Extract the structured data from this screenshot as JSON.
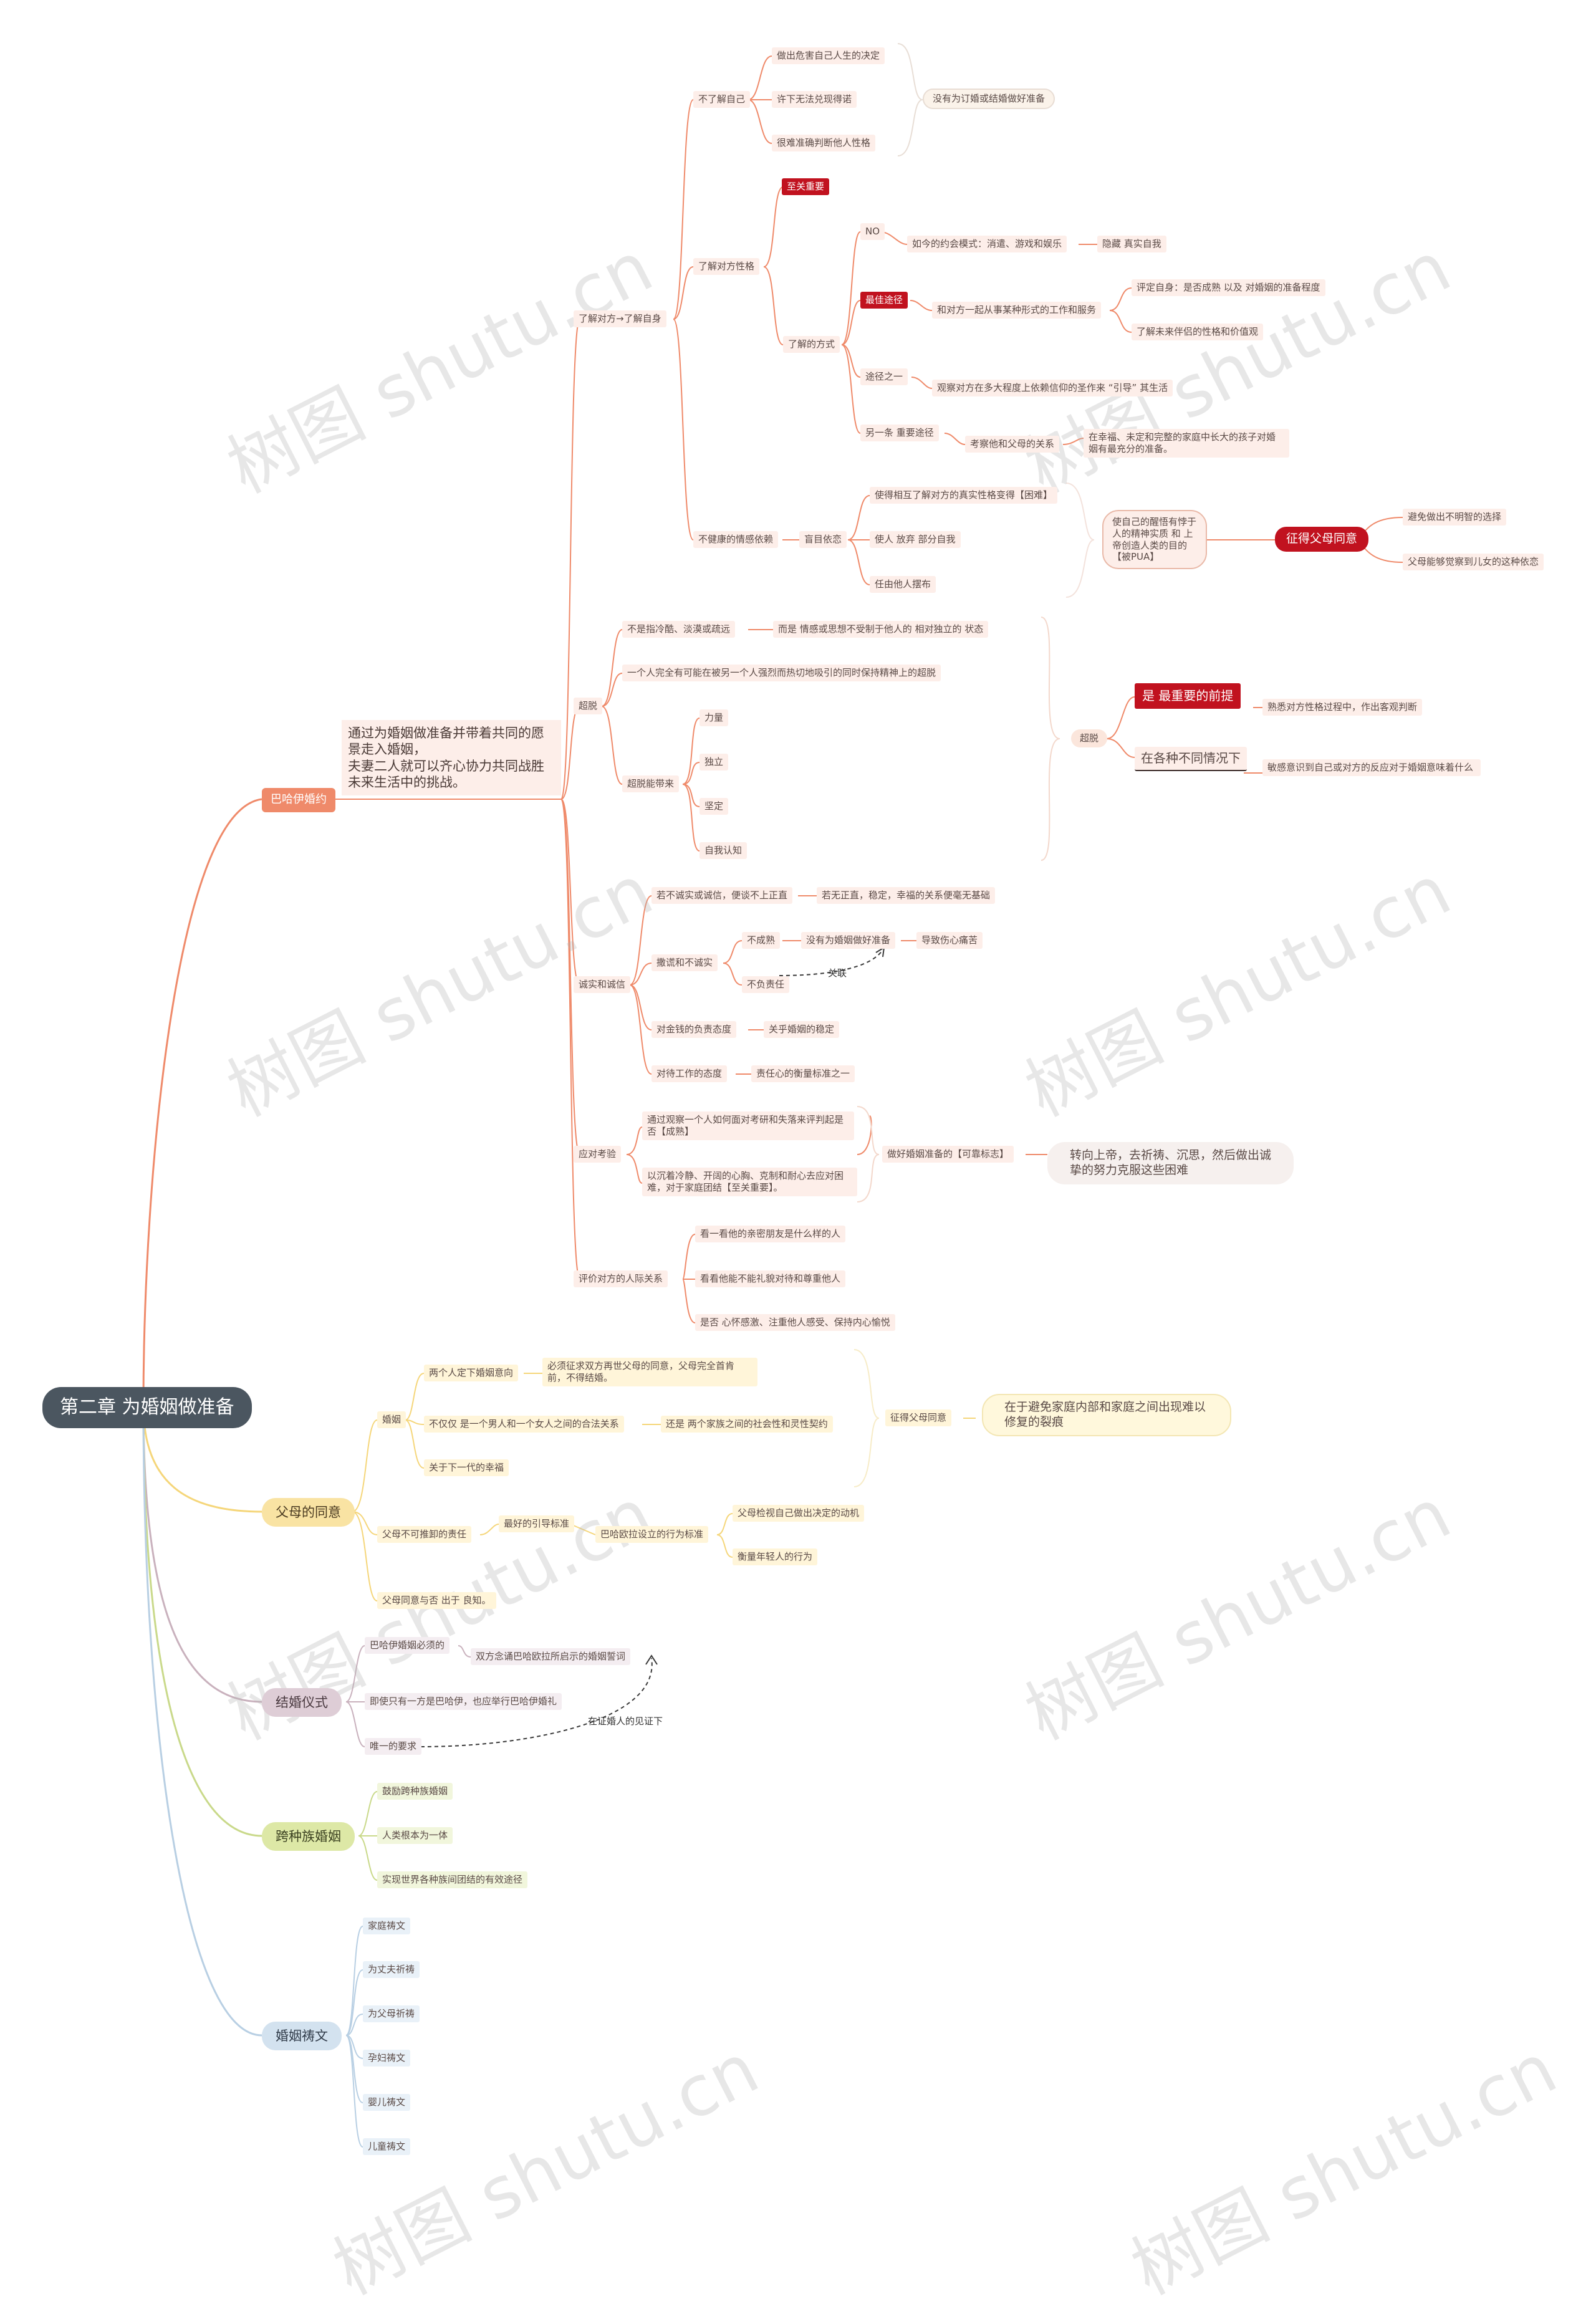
{
  "root": "第二章 为婚姻做准备",
  "b1": {
    "label": "巴哈伊婚约",
    "main": "通过为婚姻做准备并带着共同的愿景走入婚姻，\n夫妻二人就可以齐心协力共同战胜未来生活中的挑战。",
    "know": {
      "label": "了解对方→了解自身",
      "self": {
        "label": "不了解自己",
        "i1": "做出危害自己人生的决定",
        "i2": "许下无法兑现得诺",
        "i3": "很难准确判断他人性格",
        "sum": "没有为订婚或结婚做好准备"
      },
      "other": {
        "label": "了解对方性格",
        "key": "至关重要",
        "way": "了解的方式",
        "no": "NO",
        "no_item": "如今的约会模式：消遣、游戏和娱乐",
        "no_res": "隐藏 真实自我",
        "best": "最佳途径",
        "best_item": "和对方一起从事某种形式的工作和服务",
        "best_r1": "评定自身：是否成熟  以及 对婚姻的准备程度",
        "best_r2": "了解未来伴侣的性格和价值观",
        "w1": "途径之一",
        "w1_item": "观察对方在多大程度上依赖信仰的圣作来 “引导” 其生活",
        "w2": "另一条 重要途径",
        "w2_item": "考察他和父母的关系",
        "w2_res": "在幸福、未定和完整的家庭中长大的孩子对婚姻有最充分的准备。"
      },
      "unhealthy": {
        "label": "不健康的情感依赖",
        "blind": "盲目依恋",
        "i1": "使得相互了解对方的真实性格变得【困难】",
        "i2": "使人 放弃 部分自我",
        "i3": "任由他人摆布",
        "sum": "使自己的醒悟有悖于人的精神实质 和 上帝创造人类的目的 【被PUA】",
        "consent": "征得父母同意",
        "c1": "避免做出不明智的选择",
        "c2": "父母能够觉察到儿女的这种依恋"
      }
    },
    "detach": {
      "label": "超脱",
      "d1a": "不是指冷酷、淡漠或疏远",
      "d1b": "而是    情感或思想不受制于他人的    相对独立的  状态",
      "d2": "一个人完全有可能在被另一个人强烈而热切地吸引的同时保持精神上的超脱",
      "brings": "超脱能带来",
      "b1": "力量",
      "b2": "独立",
      "b3": "坚定",
      "b4": "自我认知",
      "sum": "超脱",
      "h1": "是  最重要的前提",
      "h1_item": "熟悉对方性格过程中，作出客观判断",
      "h2": "在各种不同情况下",
      "h2_item": "敏感意识到自己或对方的反应对于婚姻意味着什么"
    },
    "honest": {
      "label": "诚实和诚信",
      "h1": "若不诚实或诚信，便谈不上正直",
      "h1_res": "若无正直，稳定，幸福的关系便毫无基础",
      "lie": "撒谎和不诚实",
      "immature": "不成熟",
      "not_ready": "没有为婚姻做好准备",
      "pain": "导致伤心痛苦",
      "irresp": "不负责任",
      "rel": "关联",
      "money": "对金钱的负责态度",
      "money_res": "关乎婚姻的稳定",
      "work": "对待工作的态度",
      "work_res": "责任心的衡量标准之一"
    },
    "test": {
      "label": "应对考验",
      "t1": "通过观察一个人如何面对考研和失落来评判起是否【成熟】",
      "t2": "以沉着冷静、开阔的心胸、克制和耐心去应对困难，对于家庭团结【至关重要】。",
      "std": "做好婚姻准备的【可靠标志】",
      "sum": "转向上帝，去祈祷、沉思，然后做出诚挚的努力克服这些困难"
    },
    "social": {
      "label": "评价对方的人际关系",
      "s1": "看一看他的亲密朋友是什么样的人",
      "s2": "看看他能不能礼貌对待和尊重他人",
      "s3": "是否  心怀感激、注重他人感受、保持内心愉悦"
    }
  },
  "b2": {
    "label": "父母的同意",
    "marriage": "婚姻",
    "m1": "两个人定下婚姻意向",
    "m1_res": "必须征求双方再世父母的同意，父母完全首肯前，不得结婚。",
    "m2": "不仅仅 是一个男人和一个女人之间的合法关系",
    "m2_res": "还是  两个家族之间的社会性和灵性契约",
    "m3": "关于下一代的幸福",
    "duty": "父母不可推卸的责任",
    "guide": "最好的引导标准",
    "bab": "巴哈欧拉设立的行为标准",
    "g1": "父母检视自己做出决定的动机",
    "g2": "衡量年轻人的行为",
    "wise": "父母同意与否 出于 良知。",
    "consent": "征得父母同意",
    "sum": "在于避免家庭内部和家庭之间出现难以修复的裂痕"
  },
  "b3": {
    "label": "结婚仪式",
    "i1": "巴哈伊婚姻必须的",
    "i1_res": "双方念诵巴哈欧拉所启示的婚姻誓词",
    "i2": "即使只有一方是巴哈伊，也应举行巴哈伊婚礼",
    "i3": "唯一的要求",
    "witness": "在证婚人的见证下"
  },
  "b4": {
    "label": "跨种族婚姻",
    "i1": "鼓励跨种族婚姻",
    "i2": "人类根本为一体",
    "i3": "实现世界各种族间团结的有效途径"
  },
  "b5": {
    "label": "婚姻祷文",
    "i1": "家庭祷文",
    "i2": "为丈夫祈祷",
    "i3": "为父母祈祷",
    "i4": "孕妇祷文",
    "i5": "婴儿祷文",
    "i6": "儿童祷文"
  },
  "watermark": "树图 shutu.cn",
  "colors": {
    "branch1": "#ef8a6a",
    "branch2": "#f5d67a",
    "branch3": "#c9b1bd",
    "branch4": "#c9d98a",
    "branch5": "#b8cfe3",
    "accent": "#c1121f",
    "root": "#4b5660"
  }
}
